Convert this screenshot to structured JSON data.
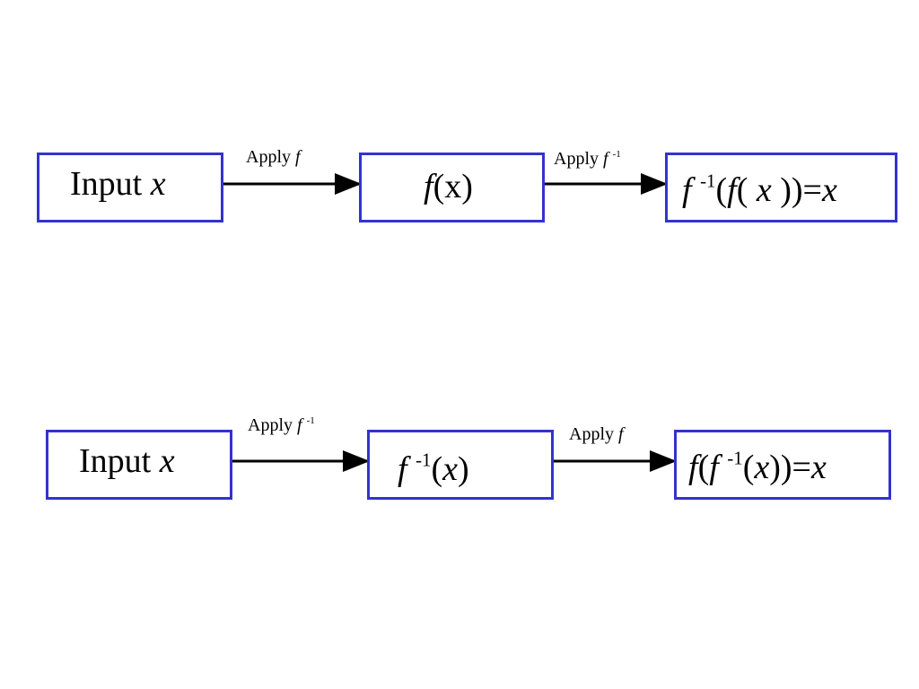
{
  "diagram_1": {
    "box_input": {
      "text": "Input",
      "var": "x"
    },
    "arrow_1_label": {
      "text": "Apply",
      "fn": "f"
    },
    "box_fx": {
      "fn": "f",
      "arg": "(x)"
    },
    "arrow_2_label": {
      "text": "Apply",
      "fn": "f",
      "exp": "-1"
    },
    "box_result": {
      "fn_inv": "f",
      "exp": "-1",
      "open_paren": "(",
      "fn": "f",
      "inner_open": "(",
      "var": "x",
      "close": "))=",
      "result": "x"
    }
  },
  "diagram_2": {
    "box_input": {
      "text": "Input",
      "var": "x"
    },
    "arrow_1_label": {
      "text": "Apply",
      "fn": "f",
      "exp": "-1"
    },
    "box_finv": {
      "fn": "f",
      "exp": "-1",
      "open": "(",
      "var": "x",
      "close": ")"
    },
    "arrow_2_label": {
      "text": "Apply",
      "fn": "f"
    },
    "box_result": {
      "fn": "f",
      "open": "(",
      "fn_inv": "f",
      "exp": "-1",
      "inner_open": "(",
      "var": "x",
      "close": "))=",
      "result": "x"
    }
  },
  "colors": {
    "box_border": "#3333cc",
    "arrow": "#000000"
  }
}
